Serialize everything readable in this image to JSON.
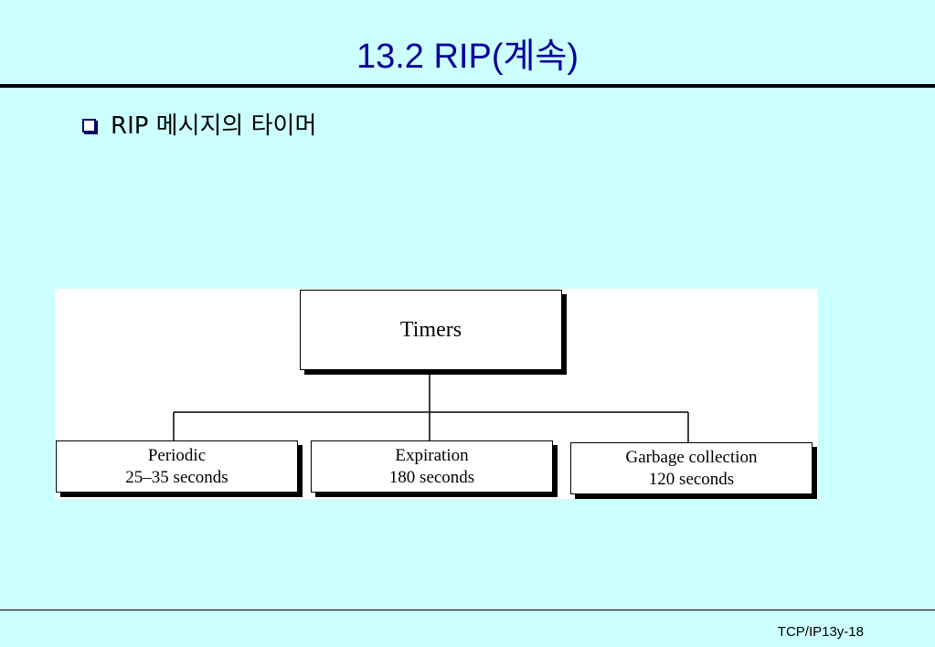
{
  "slide": {
    "title": "13.2 RIP(계속)",
    "bullet": "RIP 메시지의 타이머",
    "footer": "TCP/IP13y-18"
  },
  "diagram": {
    "root": "Timers",
    "children": [
      {
        "name": "Periodic",
        "detail": "25–35 seconds"
      },
      {
        "name": "Expiration",
        "detail": "180 seconds"
      },
      {
        "name": "Garbage collection",
        "detail": "120 seconds"
      }
    ]
  }
}
